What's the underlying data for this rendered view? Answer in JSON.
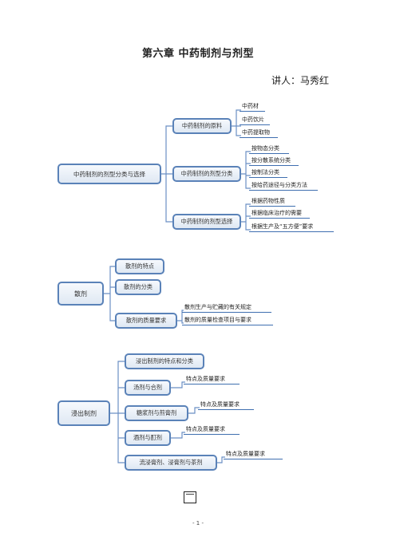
{
  "header": {
    "title": "第六章  中药制剂与剂型",
    "author": "讲人：马秀红"
  },
  "map1": {
    "root": "中药制剂的剂型分类与选择",
    "branches": [
      {
        "label": "中药制剂的原料",
        "leaves": [
          "中药材",
          "中药饮片",
          "中药提取物"
        ]
      },
      {
        "label": "中药制剂的剂型分类",
        "leaves": [
          "按物态分类",
          "按分散系统分类",
          "按制法分类",
          "按给药途径与分类方法"
        ]
      },
      {
        "label": "中药制剂的剂型选择",
        "leaves": [
          "根据药物性质",
          "根据临床治疗的需要",
          "根据生产及“五方便”要求"
        ]
      }
    ]
  },
  "map2": {
    "root": "散剂",
    "branches": [
      {
        "label": "散剂的特点",
        "leaves": []
      },
      {
        "label": "散剂的分类",
        "leaves": []
      },
      {
        "label": "散剂的质量要求",
        "leaves": [
          "散剂生产与贮藏的有关规定",
          "散剂的质量检查项目与要求"
        ]
      }
    ]
  },
  "map3": {
    "root": "浸出制剂",
    "branches": [
      {
        "label": "浸出制剂的特点和分类",
        "leaves": []
      },
      {
        "label": "汤剂与合剂",
        "leaves": [
          "特点及质量要求"
        ]
      },
      {
        "label": "糖浆剂与煎膏剂",
        "leaves": [
          "特点及质量要求"
        ]
      },
      {
        "label": "酒剂与酊剂",
        "leaves": [
          "特点及质量要求"
        ]
      },
      {
        "label": "流浸膏剂、浸膏剂与茶剂",
        "leaves": [
          "特点及质量要求"
        ]
      }
    ]
  },
  "footer": {
    "page_number": "- 1 -"
  }
}
